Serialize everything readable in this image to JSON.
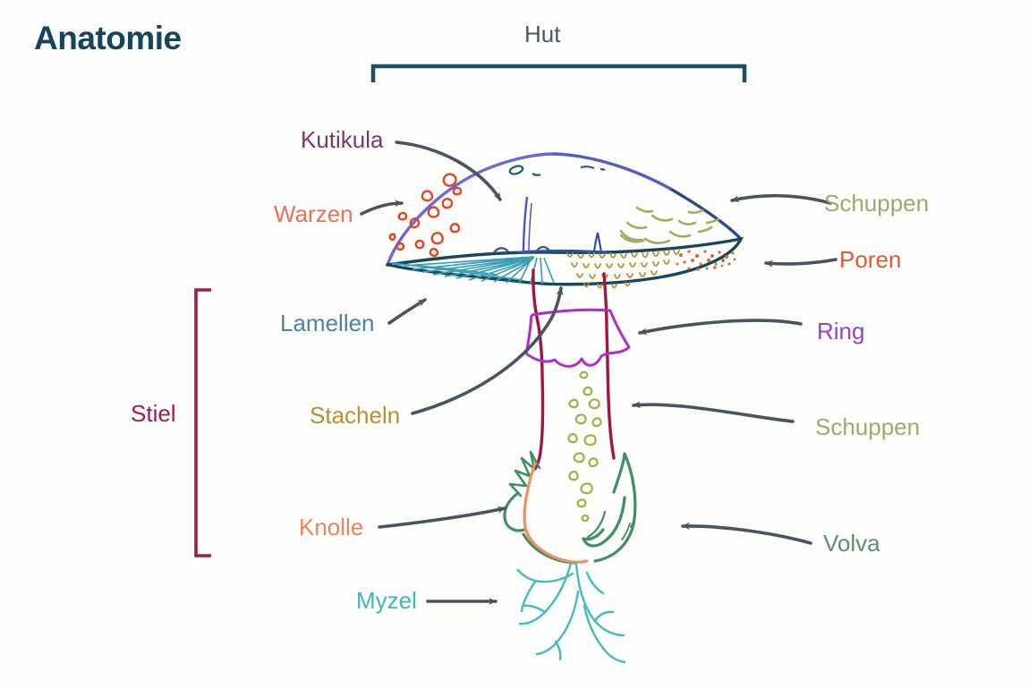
{
  "title": {
    "text": "Anatomie",
    "color": "#15455c"
  },
  "labels": {
    "hut": {
      "text": "Hut",
      "color": "#4a5866"
    },
    "kutikula": {
      "text": "Kutikula",
      "color": "#7d3a68"
    },
    "warzen": {
      "text": "Warzen",
      "color": "#e87158"
    },
    "schuppen_cap": {
      "text": "Schuppen",
      "color": "#9dab6a"
    },
    "poren": {
      "text": "Poren",
      "color": "#dd5c33"
    },
    "lamellen": {
      "text": "Lamellen",
      "color": "#4d82a8"
    },
    "ring": {
      "text": "Ring",
      "color": "#9b3fc9"
    },
    "stacheln": {
      "text": "Stacheln",
      "color": "#b5922f"
    },
    "schuppen_stem": {
      "text": "Schuppen",
      "color": "#9dab6a"
    },
    "stiel": {
      "text": "Stiel",
      "color": "#a31b4b"
    },
    "knolle": {
      "text": "Knolle",
      "color": "#e8845e"
    },
    "volva": {
      "text": "Volva",
      "color": "#5d8f74"
    },
    "myzel": {
      "text": "Myzel",
      "color": "#3eb8b2"
    }
  },
  "diagram": {
    "subject": "Pilz-Anatomie (mushroom anatomy sketch)",
    "colors": {
      "arrow": "#49545f",
      "hut_bracket": "#1d4f63",
      "stiel_bracket": "#a31b4b",
      "cap_left_outline": "#6a68dd",
      "cap_right_outline": "#4f5fc6",
      "cap_right_dark": "#2c4788",
      "cap_underside": "#15485a",
      "gills": "#3d9fb5",
      "gill_line": "#3350a8",
      "cuticle": "#4b55c8",
      "warts": "#e8431f",
      "cap_scales": "#9cb05c",
      "spines": "#b8922d",
      "pores": "#d96a35",
      "stem": "#9e1843",
      "ring": "#ad2fc7",
      "stem_scales": "#9db33f",
      "volva": "#3e8e67",
      "bulb": "#ef9061",
      "mycelium": "#41bdb8",
      "cap_marks": "#1b5f66"
    }
  }
}
